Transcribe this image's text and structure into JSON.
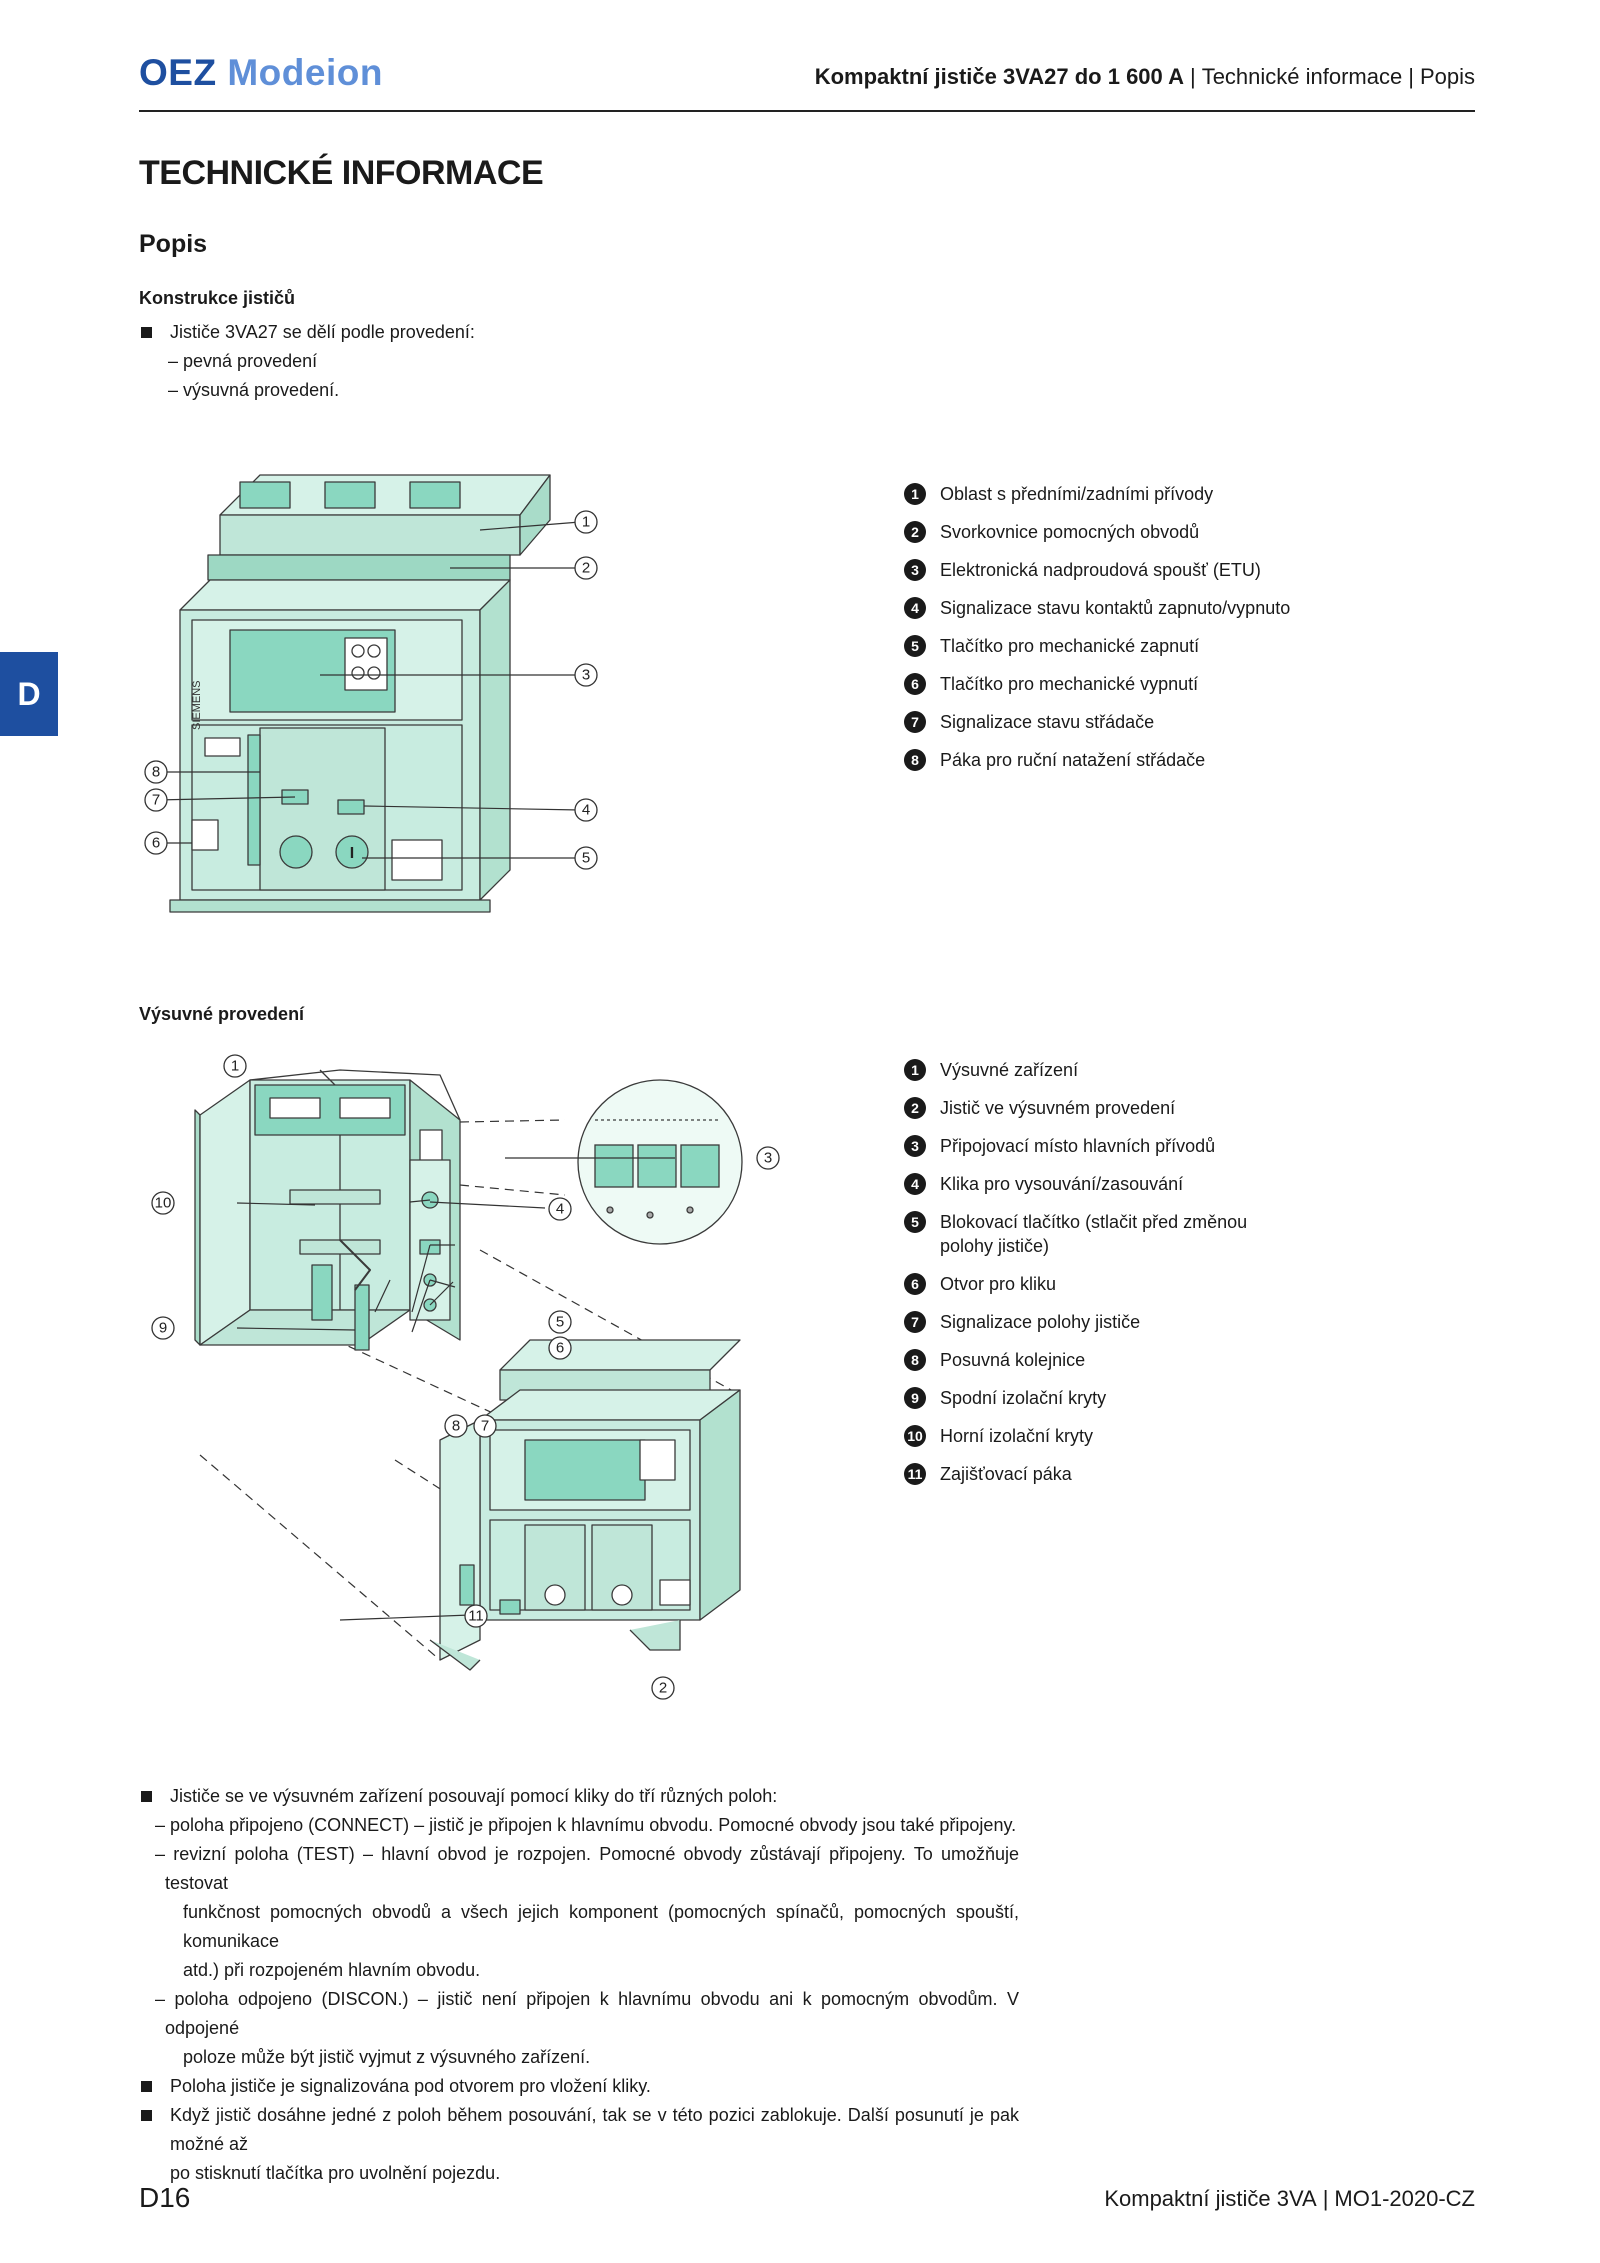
{
  "header": {
    "logo_oez": "OEZ",
    "logo_modeion": "Modeion",
    "doc_title": "Kompaktní jističe 3VA27 do 1 600 A",
    "section": "Technické informace",
    "subsection": "Popis"
  },
  "side_tab": "D",
  "page_title": "TECHNICKÉ INFORMACE",
  "sub_title": "Popis",
  "construction": {
    "heading": "Konstrukce jističů",
    "bullet": "Jističe 3VA27 se dělí podle provedení:",
    "dashes": [
      "– pevná provedení",
      "– výsuvná provedení."
    ]
  },
  "figure1": {
    "brand_label": "SIEMENS",
    "legend": [
      {
        "n": "1",
        "text": "Oblast s předními/zadními přívody"
      },
      {
        "n": "2",
        "text": "Svorkovnice pomocných obvodů"
      },
      {
        "n": "3",
        "text": "Elektronická nadproudová spoušť (ETU)"
      },
      {
        "n": "4",
        "text": "Signalizace stavu kontaktů zapnuto/vypnuto"
      },
      {
        "n": "5",
        "text": "Tlačítko pro mechanické zapnutí"
      },
      {
        "n": "6",
        "text": "Tlačítko pro mechanické vypnutí"
      },
      {
        "n": "7",
        "text": "Signalizace stavu střádače"
      },
      {
        "n": "8",
        "text": "Páka pro ruční natažení střádače"
      }
    ],
    "callouts": [
      "1",
      "2",
      "3",
      "4",
      "5",
      "6",
      "7",
      "8"
    ],
    "on_symbol": "I"
  },
  "withdrawable": {
    "heading": "Výsuvné provedení",
    "legend": [
      {
        "n": "1",
        "text": "Výsuvné zařízení"
      },
      {
        "n": "2",
        "text": "Jistič ve výsuvném provedení"
      },
      {
        "n": "3",
        "text": "Připojovací místo hlavních přívodů"
      },
      {
        "n": "4",
        "text": "Klika pro vysouvání/zasouvání"
      },
      {
        "n": "5",
        "text": "Blokovací tlačítko (stlačit před změnou polohy jističe)"
      },
      {
        "n": "6",
        "text": "Otvor pro kliku"
      },
      {
        "n": "7",
        "text": "Signalizace polohy jističe"
      },
      {
        "n": "8",
        "text": "Posuvná kolejnice"
      },
      {
        "n": "9",
        "text": "Spodní izolační kryty"
      },
      {
        "n": "10",
        "text": "Horní izolační kryty"
      },
      {
        "n": "11",
        "text": "Zajišťovací páka"
      }
    ],
    "callouts": [
      "1",
      "2",
      "3",
      "4",
      "5",
      "6",
      "7",
      "8",
      "9",
      "10",
      "11"
    ]
  },
  "notes": {
    "b1": "Jističe se ve výsuvném zařízení posouvají pomocí kliky do tří různých poloh:",
    "d1": "– poloha připojeno (CONNECT) – jistič je připojen k hlavnímu obvodu. Pomocné obvody jsou také připojeny.",
    "d2": "– revizní poloha (TEST) – hlavní obvod je rozpojen. Pomocné obvody zůstávají připojeny. To umožňuje testovat",
    "d2c1": "funkčnost pomocných obvodů a všech jejich komponent (pomocných spínačů, pomocných spouští, komunikace",
    "d2c2": "atd.) při rozpojeném hlavním obvodu.",
    "d3": "– poloha odpojeno (DISCON.) – jistič není připojen k hlavnímu obvodu ani k pomocným obvodům. V odpojené",
    "d3c1": "poloze může být jistič vyjmut z výsuvného zařízení.",
    "b2": "Poloha jističe je signalizována pod otvorem pro vložení kliky.",
    "b3": "Když jistič dosáhne jedné z poloh během posouvání, tak se v této pozici zablokuje. Další posunutí je pak možné až",
    "b3c": "po stisknutí tlačítka pro uvolnění pojezdu."
  },
  "footer": {
    "page": "D16",
    "doc": "Kompaktní jističe 3VA",
    "code": "MO1-2020-CZ"
  },
  "colors": {
    "brand_blue": "#1e4fa0",
    "brand_light": "#5f8fd8",
    "device_fill": "#c8ece0",
    "device_accent": "#8ad7c0"
  }
}
